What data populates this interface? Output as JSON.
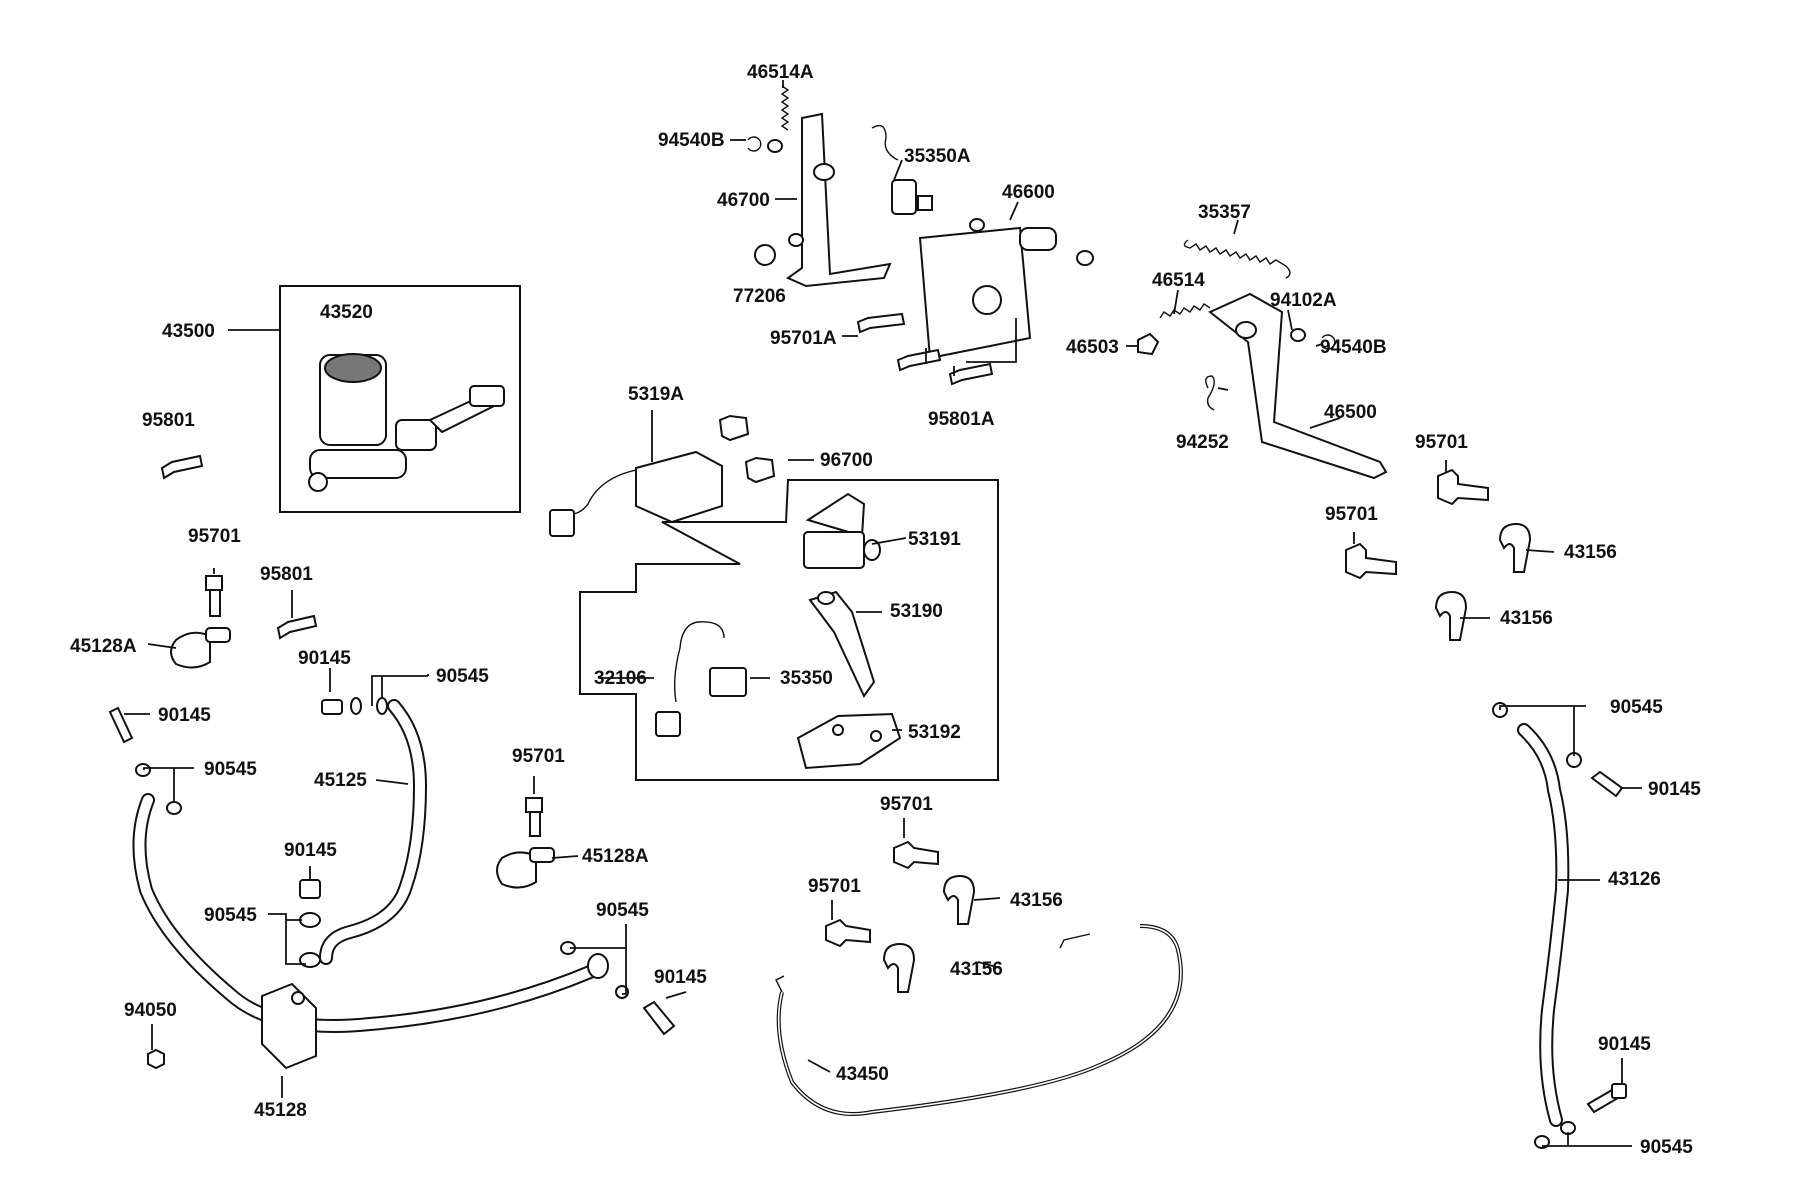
{
  "labels": {
    "p46514A": "46514A",
    "p94540B_top": "94540B",
    "p35350A": "35350A",
    "p46700": "46700",
    "p46600": "46600",
    "p35357": "35357",
    "p77206": "77206",
    "p46514": "46514",
    "p94102A": "94102A",
    "p95701A": "95701A",
    "p46503": "46503",
    "p94540B_right": "94540B",
    "p43500": "43500",
    "p43520": "43520",
    "p95801A": "95801A",
    "p5319A": "5319A",
    "p94252": "94252",
    "p46500": "46500",
    "p95801_top": "95801",
    "p96700": "96700",
    "p95701_r1": "95701",
    "p95701_r2": "95701",
    "p53191": "53191",
    "p43156_r1": "43156",
    "p95701_l1": "95701",
    "p95801_l": "95801",
    "p53190": "53190",
    "p43156_r2": "43156",
    "p45128A_l": "45128A",
    "p90145_a": "90145",
    "p90545_a": "90545",
    "p32106": "32106",
    "p35350": "35350",
    "p90545_r1": "90545",
    "p90145_b": "90145",
    "p53192": "53192",
    "p90545_b": "90545",
    "p45125": "45125",
    "p95701_m": "95701",
    "p90145_r1": "90145",
    "p45128A_m": "45128A",
    "p95701_c1": "95701",
    "p43126": "43126",
    "p90145_c": "90145",
    "p95701_c2": "95701",
    "p43156_c1": "43156",
    "p90545_c": "90545",
    "p90545_d": "90545",
    "p90145_d": "90145",
    "p43156_c2": "43156",
    "p94050": "94050",
    "p43450": "43450",
    "p90145_r2": "90145",
    "p45128": "45128",
    "p90545_r2": "90545"
  }
}
